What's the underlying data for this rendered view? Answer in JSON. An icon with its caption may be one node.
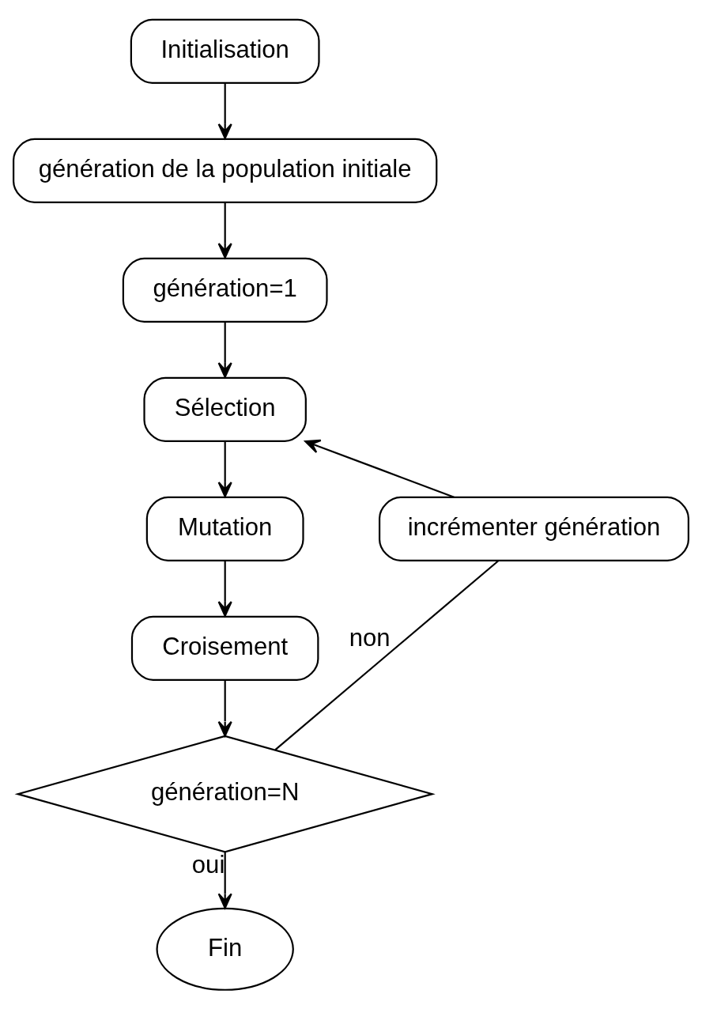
{
  "diagram": {
    "nodes": [
      {
        "text": [
          "Initialisation"
        ]
      },
      {
        "text": [
          "génération de la population initiale"
        ]
      },
      {
        "text": [
          "génération=1"
        ]
      },
      {
        "text": [
          "Sélection"
        ]
      },
      {
        "text": [
          "Mutation"
        ]
      },
      {
        "text": [
          "Croisement"
        ]
      },
      {
        "text": [
          "génération=N"
        ]
      },
      {
        "text": [
          "Fin"
        ]
      },
      {
        "text": [
          "incrémenter génération"
        ]
      }
    ],
    "edges": [
      {
        "from": 0,
        "to": 1,
        "arrow": "to"
      },
      {
        "from": 1,
        "to": 2,
        "arrow": "to"
      },
      {
        "from": 2,
        "to": 3,
        "arrow": "to"
      },
      {
        "from": 3,
        "to": 4,
        "arrow": "to"
      },
      {
        "from": 4,
        "to": 5,
        "arrow": "to"
      },
      {
        "from": 5,
        "to": 6,
        "arrow": "to"
      },
      {
        "from": 6,
        "to": 8,
        "label": "non",
        "arrow": "none"
      },
      {
        "from": 8,
        "to": 3,
        "arrow": "to"
      },
      {
        "from": 6,
        "to": 7,
        "label": "oui",
        "arrow": "to"
      }
    ]
  }
}
